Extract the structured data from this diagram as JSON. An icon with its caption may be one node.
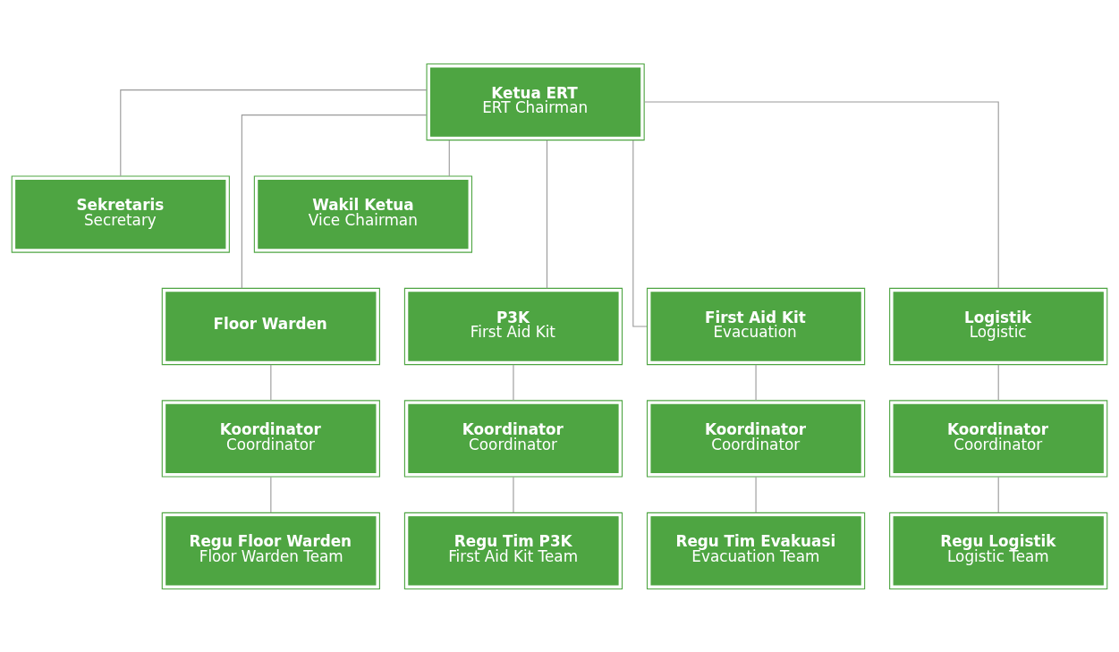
{
  "diagram": {
    "nodes": [
      {
        "text": [
          "Ketua ERT",
          "ERT Chairman"
        ]
      },
      {
        "text": [
          "Sekretaris",
          "Secretary"
        ]
      },
      {
        "text": [
          "Wakil Ketua",
          "Vice Chairman"
        ]
      },
      {
        "text": [
          "Floor Warden"
        ]
      },
      {
        "text": [
          "P3K",
          "First Aid Kit"
        ]
      },
      {
        "text": [
          "First Aid Kit",
          "Evacuation"
        ]
      },
      {
        "text": [
          "Logistik",
          "Logistic"
        ]
      },
      {
        "text": [
          "Koordinator",
          "Coordinator"
        ]
      },
      {
        "text": [
          "Koordinator",
          "Coordinator"
        ]
      },
      {
        "text": [
          "Koordinator",
          "Coordinator"
        ]
      },
      {
        "text": [
          "Koordinator",
          "Coordinator"
        ]
      },
      {
        "text": [
          "Regu Floor Warden",
          "Floor Warden Team"
        ]
      },
      {
        "text": [
          "Regu Tim P3K",
          "First Aid Kit Team"
        ]
      },
      {
        "text": [
          "Regu Tim Evakuasi",
          "Evacuation Team"
        ]
      },
      {
        "text": [
          "Regu Logistik",
          "Logistic Team"
        ]
      }
    ],
    "edges": [
      {
        "from": 0,
        "to": 1,
        "arrow": "none"
      },
      {
        "from": 0,
        "to": 2,
        "arrow": "none"
      },
      {
        "from": 0,
        "to": 3,
        "arrow": "none"
      },
      {
        "from": 0,
        "to": 4,
        "arrow": "none"
      },
      {
        "from": 0,
        "to": 5,
        "arrow": "none"
      },
      {
        "from": 0,
        "to": 6,
        "arrow": "none"
      },
      {
        "from": 3,
        "to": 7,
        "arrow": "none"
      },
      {
        "from": 4,
        "to": 8,
        "arrow": "none"
      },
      {
        "from": 5,
        "to": 9,
        "arrow": "none"
      },
      {
        "from": 6,
        "to": 10,
        "arrow": "none"
      },
      {
        "from": 7,
        "to": 11,
        "arrow": "none"
      },
      {
        "from": 8,
        "to": 12,
        "arrow": "none"
      },
      {
        "from": 9,
        "to": 13,
        "arrow": "none"
      },
      {
        "from": 10,
        "to": 14,
        "arrow": "none"
      }
    ]
  }
}
